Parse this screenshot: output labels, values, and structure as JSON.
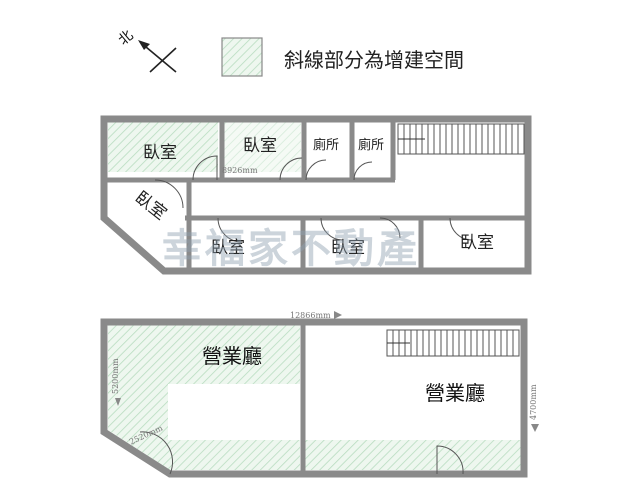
{
  "compass": {
    "label": "北"
  },
  "legend": {
    "label": "斜線部分為增建空間"
  },
  "upper_floor": {
    "rooms": [
      "臥室",
      "臥室",
      "廁所",
      "廁所",
      "臥室",
      "臥室",
      "臥室",
      "臥室"
    ],
    "dimension": "8926mm"
  },
  "lower_floor": {
    "rooms": [
      "營業廳",
      "營業廳"
    ],
    "dim_width": "12866mm",
    "dim_left": "5200mm",
    "dim_right": "4700mm",
    "dim_diag": "2520mm"
  },
  "watermark": "幸福家不動產",
  "colors": {
    "hatch": "#b8dcc0",
    "wall": "#8a8a8a"
  }
}
